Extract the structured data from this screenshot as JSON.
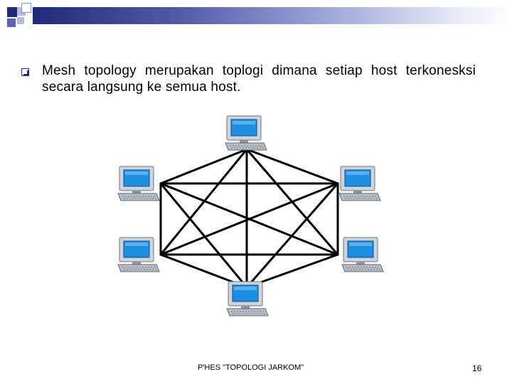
{
  "slide": {
    "bullet_text": "Mesh topology merupakan toplogi dimana setiap host terkonesksi secara langsung ke semua host.",
    "footer_text": "P'HES \"TOPOLOGI JARKOM\"",
    "page_number": "16"
  },
  "diagram": {
    "hosts": [
      "top",
      "upper-left",
      "upper-right",
      "lower-left",
      "lower-right",
      "bottom"
    ],
    "link_color": "#000000"
  },
  "theme": {
    "accent_dark": "#1f2a7a",
    "accent_mid": "#5b67b6",
    "screen_color": "#1e8fe0"
  }
}
